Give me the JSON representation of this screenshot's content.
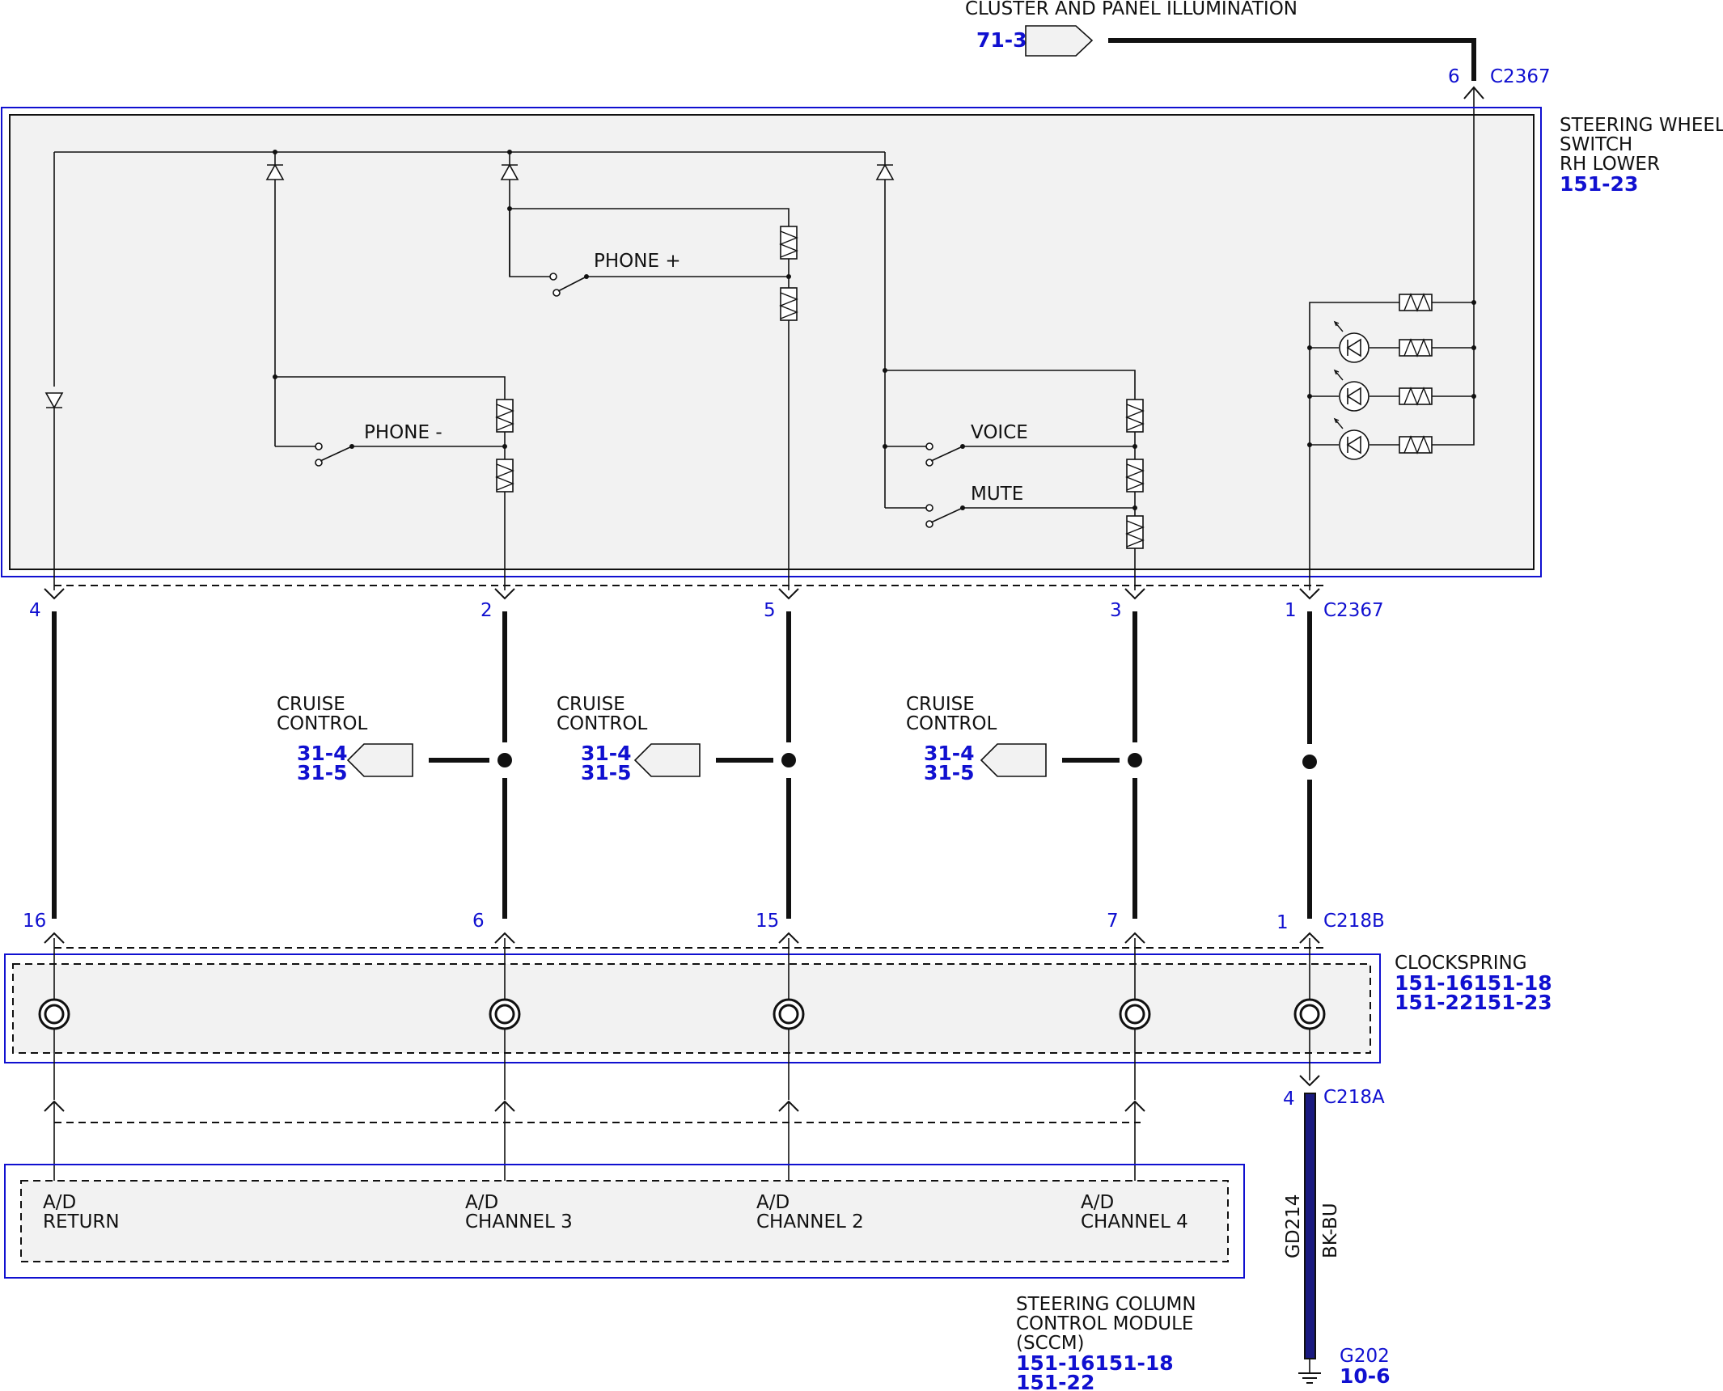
{
  "illumination": {
    "title": "CLUSTER AND PANEL ILLUMINATION",
    "ref": "71-3"
  },
  "connectors": {
    "c2367_top": {
      "pin": "6",
      "name": "C2367"
    },
    "c2367_bottom": {
      "name": "C2367",
      "pins": [
        "4",
        "2",
        "5",
        "3",
        "1"
      ]
    },
    "c218b": {
      "name": "C218B",
      "pins": [
        "16",
        "6",
        "15",
        "7",
        "1"
      ]
    },
    "c218a": {
      "name": "C218A",
      "pin": "4"
    }
  },
  "switch_module": {
    "lines": [
      "STEERING WHEEL",
      "SWITCH",
      "RH LOWER"
    ],
    "ref": "151-23"
  },
  "switches": {
    "phone_plus": "PHONE +",
    "phone_minus": "PHONE -",
    "voice": "VOICE",
    "mute": "MUTE"
  },
  "cruise": {
    "line1": "CRUISE",
    "line2": "CONTROL",
    "ref1": "31-4",
    "ref2": "31-5"
  },
  "clockspring": {
    "title": "CLOCKSPRING",
    "ref_line1": "151-16151-18",
    "ref_line2": "151-22151-23"
  },
  "sccm": {
    "lines": [
      "STEERING COLUMN",
      "CONTROL MODULE",
      "(SCCM)"
    ],
    "ref_line1": "151-16151-18",
    "ref_line2": "151-22",
    "pins": [
      {
        "line1": "A/D",
        "line2": "RETURN"
      },
      {
        "line1": "A/D",
        "line2": "CHANNEL 3"
      },
      {
        "line1": "A/D",
        "line2": "CHANNEL 2"
      },
      {
        "line1": "A/D",
        "line2": "CHANNEL 4"
      }
    ]
  },
  "ground_wire": {
    "circuit": "GD214",
    "color": "BK-BU"
  },
  "ground": {
    "name": "G202",
    "ref": "10-6"
  },
  "colors": {
    "frame": "#1010d0",
    "ref_text": "#1010d0",
    "wire": "#111111",
    "ground_wire": "#1a1a80"
  }
}
